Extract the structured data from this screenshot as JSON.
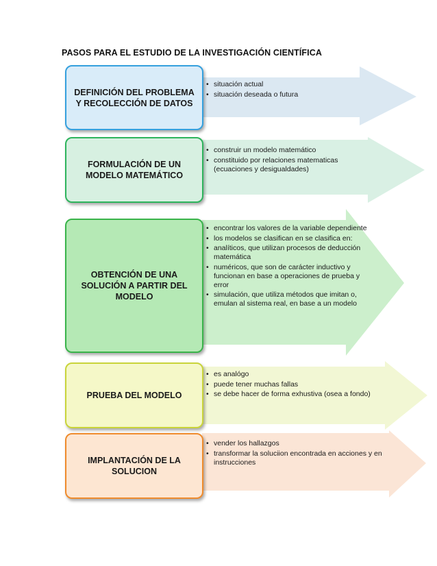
{
  "title": "PASOS PARA EL ESTUDIO DE LA INVESTIGACIÓN CIENTÍFICA",
  "colors": {
    "step1": {
      "box": "#d9ecf9",
      "border": "#35a0de",
      "arrow": "#dbe8f2"
    },
    "step2": {
      "box": "#d7f0e1",
      "border": "#2db45c",
      "arrow": "#d9f0e4"
    },
    "step3": {
      "box": "#b5e9b5",
      "border": "#39b44a",
      "arrow": "#ccefcc"
    },
    "step4": {
      "box": "#f5f8c8",
      "border": "#c9d43a",
      "arrow": "#f2f7d4"
    },
    "step5": {
      "box": "#fde6d2",
      "border": "#ef8b2c",
      "arrow": "#fbe5d6"
    }
  },
  "steps": [
    {
      "label": "DEFINICIÓN DEL PROBLEMA Y RECOLECCIÓN DE DATOS",
      "bullets": [
        "situación actual",
        "situación deseada o futura"
      ]
    },
    {
      "label": "FORMULACIÓN DE UN MODELO MATEMÁTICO",
      "bullets": [
        "construir un modelo matemático",
        "constituido por relaciones matematicas (ecuaciones y desigualdades)"
      ]
    },
    {
      "label": "OBTENCIÓN DE UNA SOLUCIÓN A PARTIR DEL MODELO",
      "bullets": [
        "encontrar los valores de la variable dependiente",
        "los modelos se clasifican en se clasifica en:",
        "analíticos, que utilizan procesos de deducción matemática",
        "numéricos, que son de carácter inductivo y funcionan en base a operaciones de prueba y error",
        "simulación, que utiliza métodos que imitan o, emulan al sistema real, en base a un modelo"
      ]
    },
    {
      "label": "PRUEBA DEL MODELO",
      "bullets": [
        "es analógo",
        "puede tener muchas fallas",
        "se debe hacer de forma exhustiva (osea a fondo)"
      ]
    },
    {
      "label": "IMPLANTACIÓN DE LA SOLUCION",
      "bullets": [
        "vender los hallazgos",
        "transformar la soluciion encontrada en acciones y en instrucciones"
      ]
    }
  ]
}
